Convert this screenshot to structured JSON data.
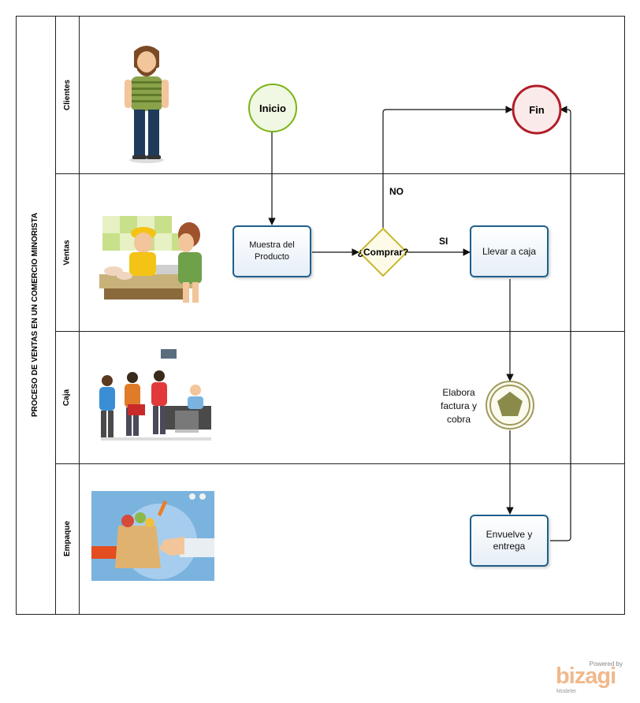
{
  "pool": {
    "title": "PROCESO DE VENTAS EN UN COMERCIO MINORISTA"
  },
  "lanes": [
    {
      "label": "Clientes"
    },
    {
      "label": "Ventas"
    },
    {
      "label": "Caja"
    },
    {
      "label": "Empaque"
    }
  ],
  "nodes": {
    "start": "Inicio",
    "end": "Fin",
    "task_show": "Muestra del Producto",
    "gateway": "¿Comprar?",
    "task_checkout": "Llevar a caja",
    "event_invoice": "Elabora factura y cobra",
    "task_wrap": "Envuelve y entrega"
  },
  "edges": {
    "no": "NO",
    "yes": "SI"
  },
  "branding": {
    "powered": "Powered by",
    "name": "bizagi",
    "product": "Modeler"
  },
  "colors": {
    "start": "#7ab317",
    "end": "#b01e28",
    "task_border": "#1f5f8b",
    "gateway": "#c7b72c",
    "event": "#a09a5a"
  }
}
